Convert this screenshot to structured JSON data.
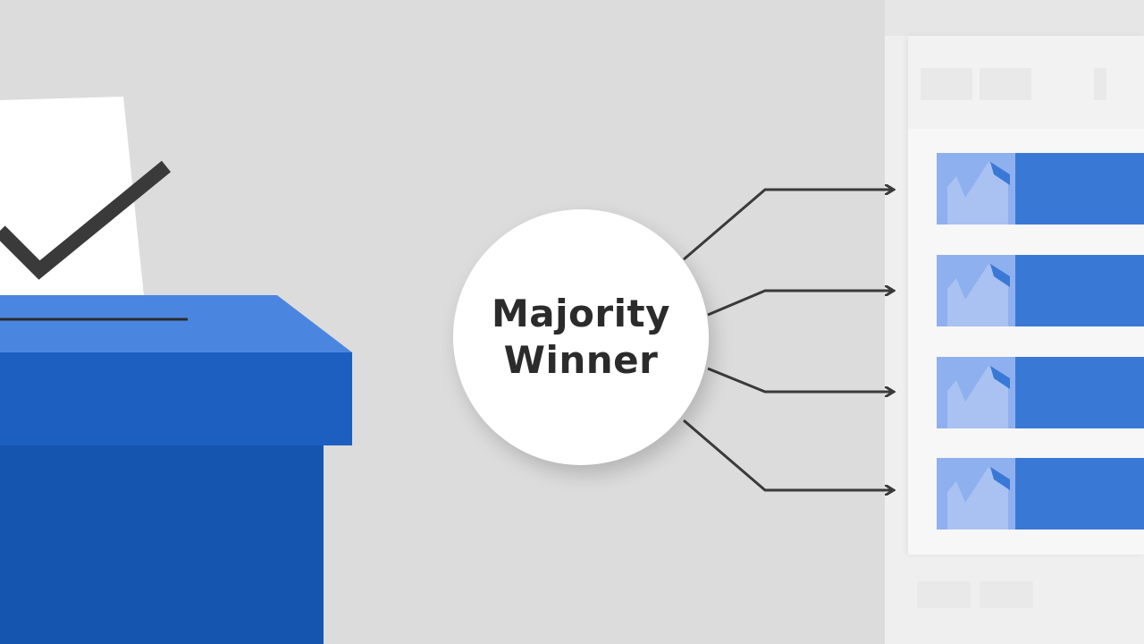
{
  "hub": {
    "line1": "Majority",
    "line2": "Winner"
  },
  "colors": {
    "background": "#dcdcdc",
    "ballot_box_front": "#1555b0",
    "ballot_box_lid_top": "#4a86e0",
    "ballot_box_lid_front": "#1c5fc0",
    "ballot_paper": "#ffffff",
    "check_mark": "#3a3a3a",
    "list_row": "#3a78d6",
    "list_row_check_box": "#8fb0ee",
    "connector": "#3a3a3a",
    "hub_fill": "#ffffff",
    "hub_text": "#2b2b2b"
  },
  "icons": {
    "ballot_check": "check-mark-icon",
    "row_check": "check-mark-icon",
    "arrow": "arrow-right-icon"
  },
  "rows": [
    {
      "id": "row-1"
    },
    {
      "id": "row-2"
    },
    {
      "id": "row-3"
    },
    {
      "id": "row-4"
    }
  ]
}
